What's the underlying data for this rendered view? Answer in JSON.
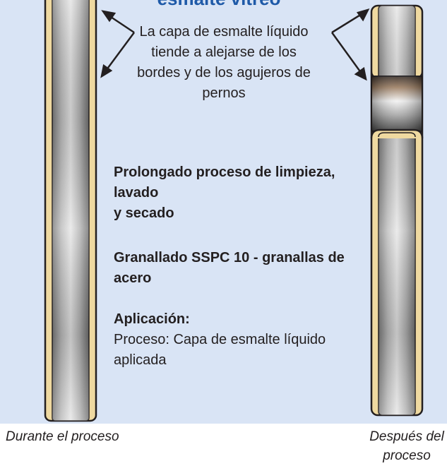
{
  "title": "esmalte vítreo",
  "callout": "La capa de esmalte líquido tiende a alejarse de los bordes y de los agujeros de pernos",
  "steps": [
    {
      "heading": "Prolongado proceso de limpieza, lavado",
      "heading_cont": "y secado",
      "body": ""
    },
    {
      "heading": "Granallado SSPC 10 - granallas de acero",
      "heading_cont": "",
      "body": ""
    },
    {
      "heading": "Aplicación:",
      "heading_cont": "",
      "body": "Proceso: Capa de esmalte líquido aplicada"
    }
  ],
  "captions": {
    "left": "Durante el proceso",
    "right": "Después del proceso"
  },
  "colors": {
    "panel_background": "#d9e4f5",
    "coating": "#efd9a0",
    "steel": "#9a9a9a",
    "title": "#1f5aa8"
  }
}
